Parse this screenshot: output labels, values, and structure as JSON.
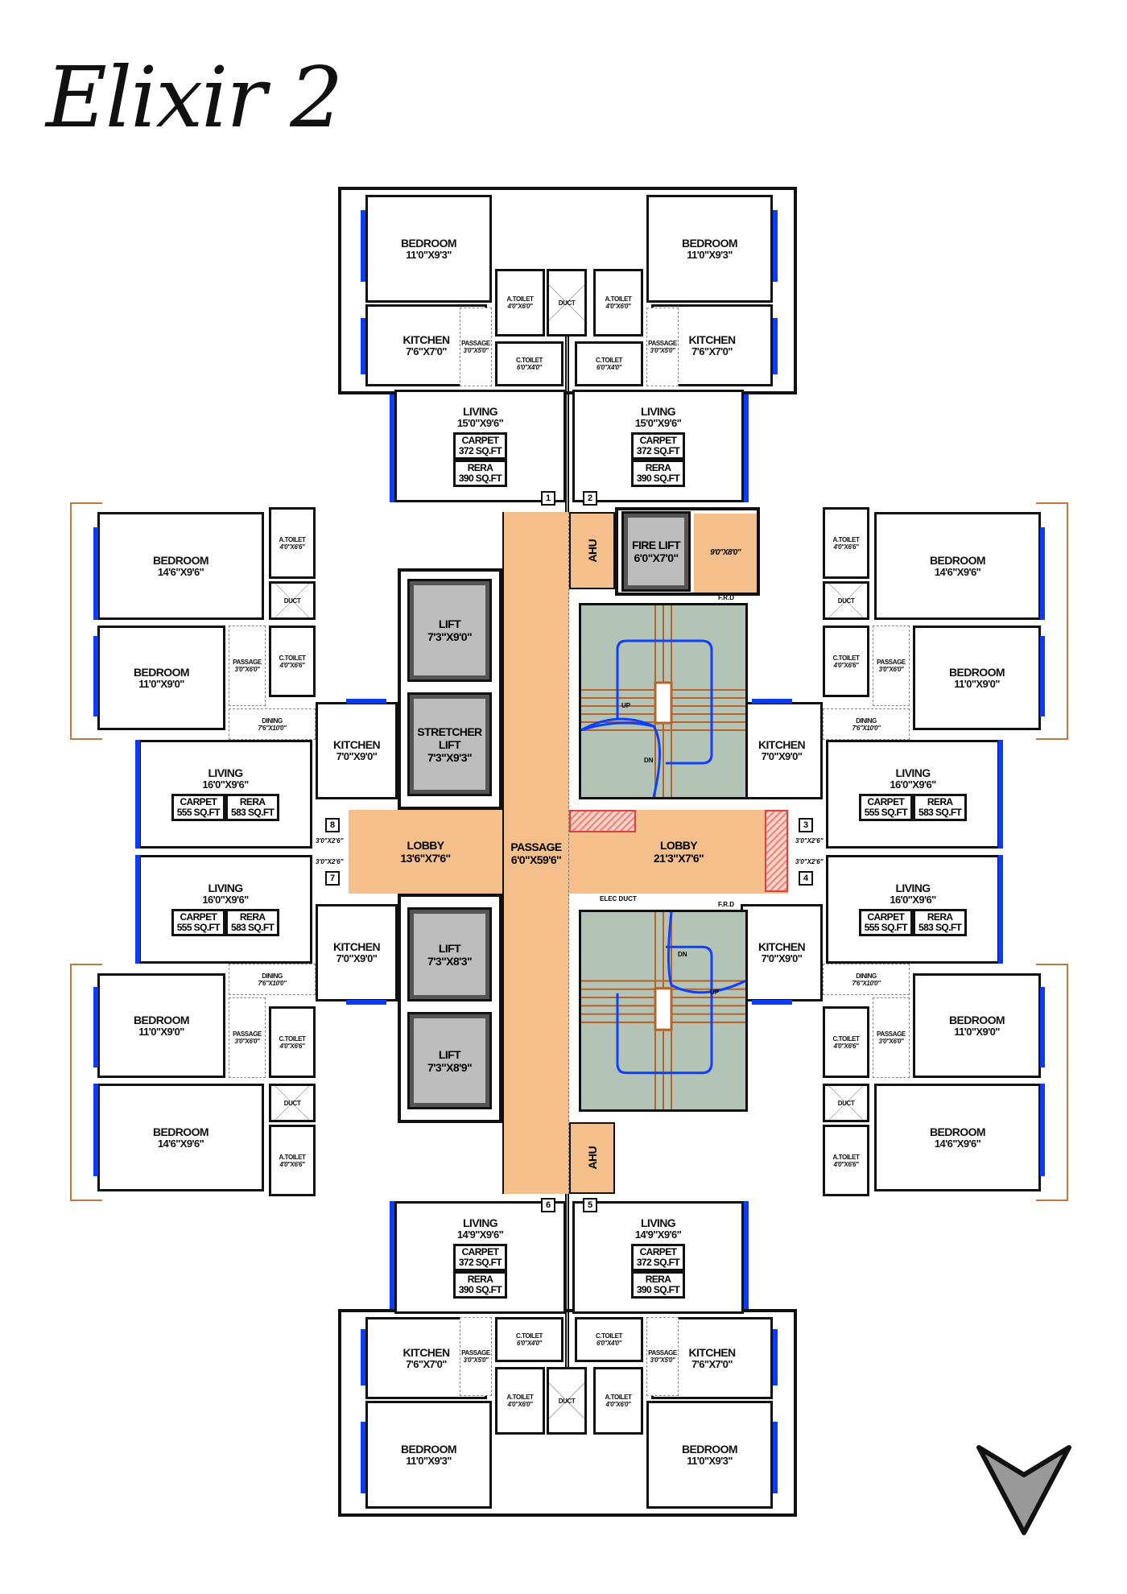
{
  "title": "Elixir 2",
  "units": [
    {
      "number": "1",
      "carpet_label": "CARPET",
      "carpet": "372 SQ.FT",
      "rera_label": "RERA",
      "rera": "390 SQ.FT",
      "rooms": {
        "bedroom": {
          "name": "BEDROOM",
          "dim": "11'0\"X9'3\""
        },
        "kitchen": {
          "name": "KITCHEN",
          "dim": "7'6\"X7'0\""
        },
        "passage": {
          "name": "PASSAGE",
          "dim": "3'0\"X5'0\""
        },
        "a_toilet": {
          "name": "A.TOILET",
          "dim": "4'0\"X6'0\""
        },
        "c_toilet": {
          "name": "C.TOILET",
          "dim": "6'0\"X4'0\""
        },
        "living": {
          "name": "LIVING",
          "dim": "15'0\"X9'6\""
        }
      }
    },
    {
      "number": "2",
      "carpet_label": "CARPET",
      "carpet": "372 SQ.FT",
      "rera_label": "RERA",
      "rera": "390 SQ.FT",
      "rooms": {
        "bedroom": {
          "name": "BEDROOM",
          "dim": "11'0\"X9'3\""
        },
        "kitchen": {
          "name": "KITCHEN",
          "dim": "7'6\"X7'0\""
        },
        "passage": {
          "name": "PASSAGE",
          "dim": "3'0\"X5'0\""
        },
        "a_toilet": {
          "name": "A.TOILET",
          "dim": "4'0\"X6'0\""
        },
        "c_toilet": {
          "name": "C.TOILET",
          "dim": "6'0\"X4'0\""
        },
        "living": {
          "name": "LIVING",
          "dim": "15'0\"X9'6\""
        }
      }
    },
    {
      "number": "6",
      "carpet_label": "CARPET",
      "carpet": "372 SQ.FT",
      "rera_label": "RERA",
      "rera": "390 SQ.FT",
      "rooms": {
        "bedroom": {
          "name": "BEDROOM",
          "dim": "11'0\"X9'3\""
        },
        "kitchen": {
          "name": "KITCHEN",
          "dim": "7'6\"X7'0\""
        },
        "passage": {
          "name": "PASSAGE",
          "dim": "3'0\"X5'0\""
        },
        "a_toilet": {
          "name": "A.TOILET",
          "dim": "4'0\"X6'0\""
        },
        "c_toilet": {
          "name": "C.TOILET",
          "dim": "6'0\"X4'0\""
        },
        "living": {
          "name": "LIVING",
          "dim": "14'9\"X9'6\""
        }
      }
    },
    {
      "number": "5",
      "carpet_label": "CARPET",
      "carpet": "372 SQ.FT",
      "rera_label": "RERA",
      "rera": "390 SQ.FT",
      "rooms": {
        "bedroom": {
          "name": "BEDROOM",
          "dim": "11'0\"X9'3\""
        },
        "kitchen": {
          "name": "KITCHEN",
          "dim": "7'6\"X7'0\""
        },
        "passage": {
          "name": "PASSAGE",
          "dim": "3'0\"X5'0\""
        },
        "a_toilet": {
          "name": "A.TOILET",
          "dim": "4'0\"X6'0\""
        },
        "c_toilet": {
          "name": "C.TOILET",
          "dim": "6'0\"X4'0\""
        },
        "living": {
          "name": "LIVING",
          "dim": "14'9\"X9'6\""
        }
      }
    },
    {
      "number": "8",
      "shaft": "3'0\"X2'6\"",
      "carpet_label": "CARPET",
      "carpet": "555 SQ.FT",
      "rera_label": "RERA",
      "rera": "583 SQ.FT",
      "rooms": {
        "bedroom_large": {
          "name": "BEDROOM",
          "dim": "14'6\"X9'6\""
        },
        "a_toilet": {
          "name": "A.TOILET",
          "dim": "4'0\"X6'6\""
        },
        "duct": {
          "name": "DUCT"
        },
        "bedroom": {
          "name": "BEDROOM",
          "dim": "11'0\"X9'0\""
        },
        "passage": {
          "name": "PASSAGE",
          "dim": "3'0\"X6'0\""
        },
        "c_toilet": {
          "name": "C.TOILET",
          "dim": "4'0\"X6'6\""
        },
        "dining": {
          "name": "DINING",
          "dim": "7'6\"X10'0\""
        },
        "kitchen": {
          "name": "KITCHEN",
          "dim": "7'0\"X9'0\""
        },
        "living": {
          "name": "LIVING",
          "dim": "16'0\"X9'6\""
        }
      }
    },
    {
      "number": "7",
      "shaft": "3'0\"X2'6\"",
      "carpet_label": "CARPET",
      "carpet": "555 SQ.FT",
      "rera_label": "RERA",
      "rera": "583 SQ.FT",
      "rooms": {
        "bedroom_large": {
          "name": "BEDROOM",
          "dim": "14'6\"X9'6\""
        },
        "a_toilet": {
          "name": "A.TOILET",
          "dim": "4'0\"X6'6\""
        },
        "duct": {
          "name": "DUCT"
        },
        "bedroom": {
          "name": "BEDROOM",
          "dim": "11'0\"X9'0\""
        },
        "passage": {
          "name": "PASSAGE",
          "dim": "3'0\"X6'0\""
        },
        "c_toilet": {
          "name": "C.TOILET",
          "dim": "4'0\"X6'6\""
        },
        "dining": {
          "name": "DINING",
          "dim": "7'6\"X10'0\""
        },
        "kitchen": {
          "name": "KITCHEN",
          "dim": "7'0\"X9'0\""
        },
        "living": {
          "name": "LIVING",
          "dim": "16'0\"X9'6\""
        }
      }
    },
    {
      "number": "3",
      "shaft": "3'0\"X2'6\"",
      "carpet_label": "CARPET",
      "carpet": "555 SQ.FT",
      "rera_label": "RERA",
      "rera": "583 SQ.FT",
      "rooms": {
        "bedroom_large": {
          "name": "BEDROOM",
          "dim": "14'6\"X9'6\""
        },
        "a_toilet": {
          "name": "A.TOILET",
          "dim": "4'0\"X6'6\""
        },
        "duct": {
          "name": "DUCT"
        },
        "bedroom": {
          "name": "BEDROOM",
          "dim": "11'0\"X9'0\""
        },
        "passage": {
          "name": "PASSAGE",
          "dim": "3'0\"X6'0\""
        },
        "c_toilet": {
          "name": "C.TOILET",
          "dim": "4'0\"X6'6\""
        },
        "dining": {
          "name": "DINING",
          "dim": "7'6\"X10'0\""
        },
        "kitchen": {
          "name": "KITCHEN",
          "dim": "7'0\"X9'0\""
        },
        "living": {
          "name": "LIVING",
          "dim": "16'0\"X9'6\""
        }
      }
    },
    {
      "number": "4",
      "shaft": "3'0\"X2'6\"",
      "carpet_label": "CARPET",
      "carpet": "555 SQ.FT",
      "rera_label": "RERA",
      "rera": "583 SQ.FT",
      "rooms": {
        "bedroom_large": {
          "name": "BEDROOM",
          "dim": "14'6\"X9'6\""
        },
        "a_toilet": {
          "name": "A.TOILET",
          "dim": "4'0\"X6'6\""
        },
        "duct": {
          "name": "DUCT"
        },
        "bedroom": {
          "name": "BEDROOM",
          "dim": "11'0\"X9'0\""
        },
        "passage": {
          "name": "PASSAGE",
          "dim": "3'0\"X6'0\""
        },
        "c_toilet": {
          "name": "C.TOILET",
          "dim": "4'0\"X6'6\""
        },
        "dining": {
          "name": "DINING",
          "dim": "7'6\"X10'0\""
        },
        "kitchen": {
          "name": "KITCHEN",
          "dim": "7'0\"X9'0\""
        },
        "living": {
          "name": "LIVING",
          "dim": "16'0\"X9'6\""
        }
      }
    }
  ],
  "core": {
    "passage": {
      "name": "PASSAGE",
      "dim": "6'0\"X59'6\""
    },
    "lobby_left": {
      "name": "LOBBY",
      "dim": "13'6\"X7'6\""
    },
    "lobby_right": {
      "name": "LOBBY",
      "dim": "21'3\"X7'6\""
    },
    "lift_1": {
      "name": "LIFT",
      "dim": "7'3\"X9'0\""
    },
    "stretcher_lift": {
      "name": "STRETCHER LIFT",
      "dim": "7'3\"X9'3\""
    },
    "lift_3": {
      "name": "LIFT",
      "dim": "7'3\"X8'3\""
    },
    "lift_4": {
      "name": "LIFT",
      "dim": "7'3\"X8'9\""
    },
    "fire_lift": {
      "name": "FIRE LIFT",
      "dim": "6'0\"X7'0\""
    },
    "fire_lobby_dim": "9'0\"X8'0\"",
    "ahu": "AHU",
    "duct": "DUCT",
    "elec_duct": "ELEC DUCT",
    "stair_up": "UP",
    "stair_dn": "DN",
    "frd": "F.R.D"
  },
  "colors": {
    "window": "#0a3cff",
    "common_area": "#f4bf8a",
    "stair": "#b3c3b6",
    "lift": "#bdbdbd",
    "refuge_hatch": "#f08080",
    "outline": "#c07840"
  }
}
